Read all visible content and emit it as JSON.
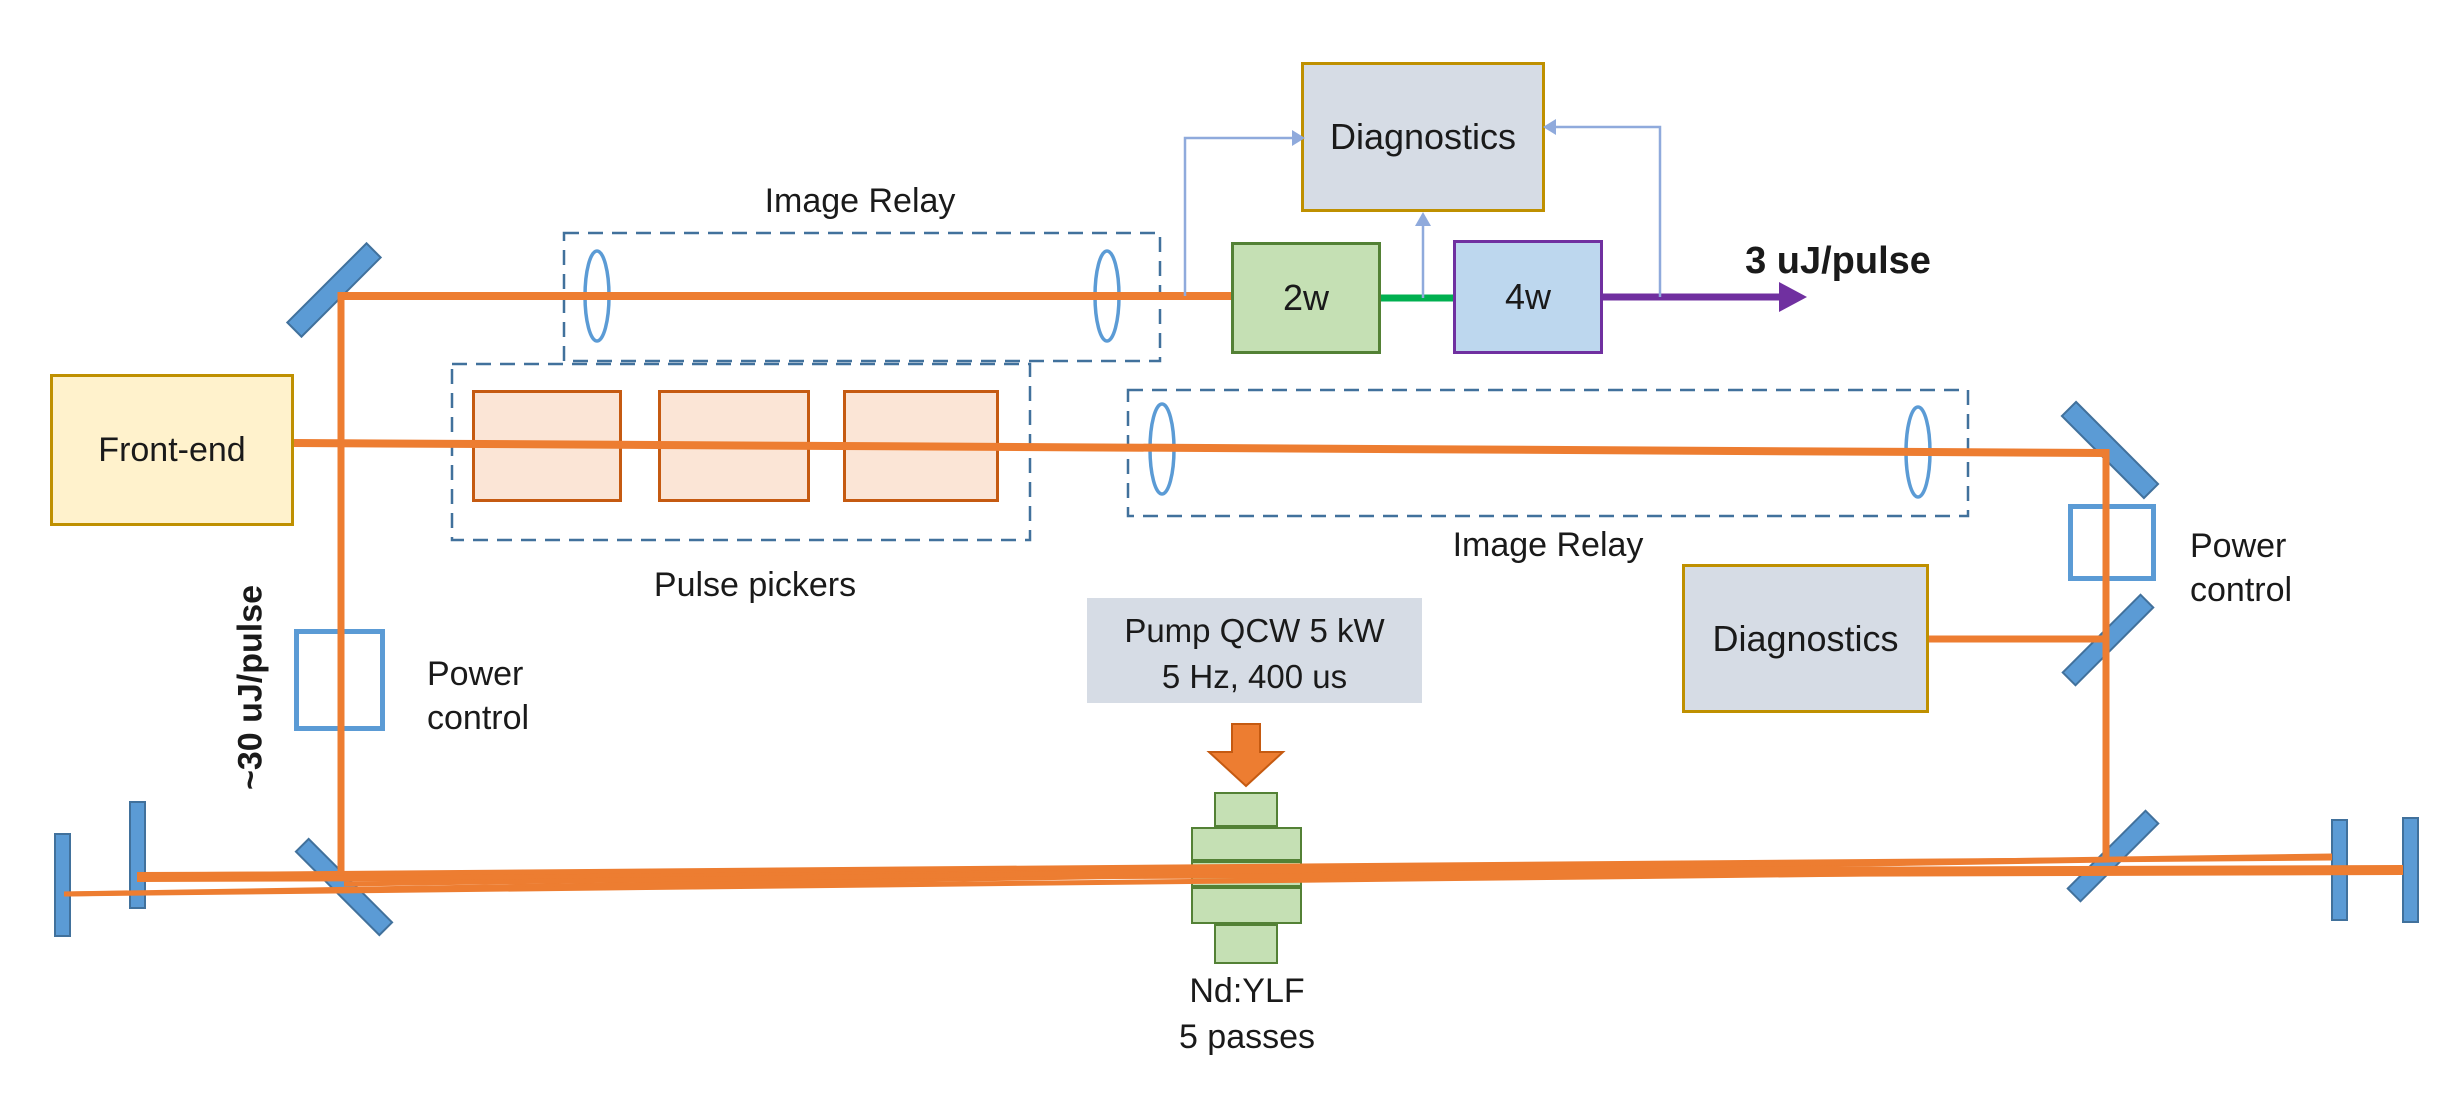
{
  "diagram": {
    "front_end": {
      "label": "Front-end"
    },
    "pulse_pickers": {
      "label": "Pulse pickers",
      "cell_count": 3
    },
    "image_relay_top": {
      "label": "Image Relay"
    },
    "image_relay_bottom": {
      "label": "Image Relay"
    },
    "diagnostics_top": {
      "label": "Diagnostics"
    },
    "diagnostics_right": {
      "label": "Diagnostics"
    },
    "shg_stage": {
      "label": "2w"
    },
    "fhg_stage": {
      "label": "4w"
    },
    "pump": {
      "line1": "Pump QCW 5 kW",
      "line2": "5 Hz, 400 us"
    },
    "gain_medium": {
      "name": "Nd:YLF",
      "passes": "5 passes"
    },
    "power_control_left": {
      "line1": "Power",
      "line2": "control"
    },
    "power_control_right": {
      "line1": "Power",
      "line2": "control"
    },
    "input_energy_label": "~30 uJ/pulse",
    "output_energy_label": "3 uJ/pulse"
  },
  "colors": {
    "beam_orange": "#ED7D31",
    "beam_green": "#00B050",
    "beam_purple": "#7030A0",
    "signal_blue": "#8FAADC",
    "mirror_blue": "#5B9BD5",
    "mirror_border": "#41719C",
    "dashed_border": "#41719C",
    "gold_border": "#BF9000",
    "yellow_fill": "#FFF2CC",
    "gray_fill": "#D6DCE5",
    "green_fill": "#C5E0B4",
    "green_border": "#538135",
    "lightblue_fill": "#BDD7EE",
    "pale_orange_fill": "#FBE5D6",
    "dark_orange_border": "#C55A11"
  }
}
